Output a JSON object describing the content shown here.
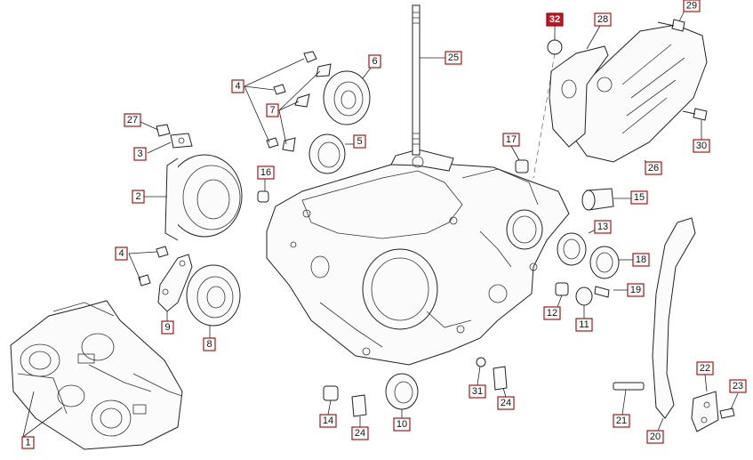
{
  "labels": {
    "l1": "1",
    "l2": "2",
    "l3": "3",
    "l4a": "4",
    "l4b": "4",
    "l5": "5",
    "l6": "6",
    "l7": "7",
    "l8": "8",
    "l9": "9",
    "l10": "10",
    "l11": "11",
    "l12": "12",
    "l13": "13",
    "l14": "14",
    "l15": "15",
    "l16": "16",
    "l17": "17",
    "l18": "18",
    "l19": "19",
    "l20": "20",
    "l21": "21",
    "l22": "22",
    "l23": "23",
    "l24a": "24",
    "l24b": "24",
    "l25": "25",
    "l26": "26",
    "l27": "27",
    "l28": "28",
    "l29": "29",
    "l30": "30",
    "l31": "31",
    "l32": "32"
  },
  "colors": {
    "label_border": "#a01818",
    "highlight": "#c8141e"
  },
  "highlighted_label": "32"
}
